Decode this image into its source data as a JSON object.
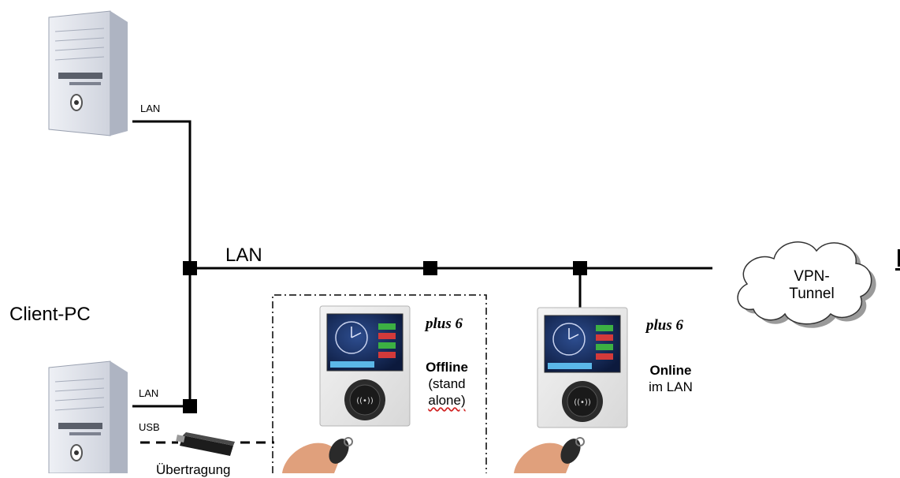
{
  "labels": {
    "lan_top_pc": "LAN",
    "lan_bus": "LAN",
    "lan_bottom_pc": "LAN",
    "usb": "USB",
    "client_pc": "Client-PC",
    "uebertragung": "Übertragung",
    "vpn_line1": "VPN-",
    "vpn_line2": "Tunnel"
  },
  "terminals": {
    "offline": {
      "model": "plus 6",
      "status": "Offline",
      "detail_line1": "(stand",
      "detail_line2": "alone)"
    },
    "online": {
      "model": "plus 6",
      "status": "Online",
      "detail": "im LAN"
    }
  }
}
